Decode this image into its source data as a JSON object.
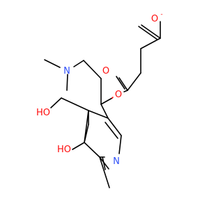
{
  "molecule": {
    "labels": {
      "carboxylate_O": "O",
      "carboxylate_charge": "-",
      "carbonyl_O_acid": "O",
      "ester_carbonyl_O": "O",
      "ester_O": "O",
      "amine_N": "N",
      "hydroxymethyl_O": "HO",
      "phenol_O": "HO",
      "pyridine_N": "N"
    },
    "colors": {
      "oxygen": "#ff0d0d",
      "nitrogen": "#3050f8",
      "carbon_bond": "#000000"
    }
  }
}
